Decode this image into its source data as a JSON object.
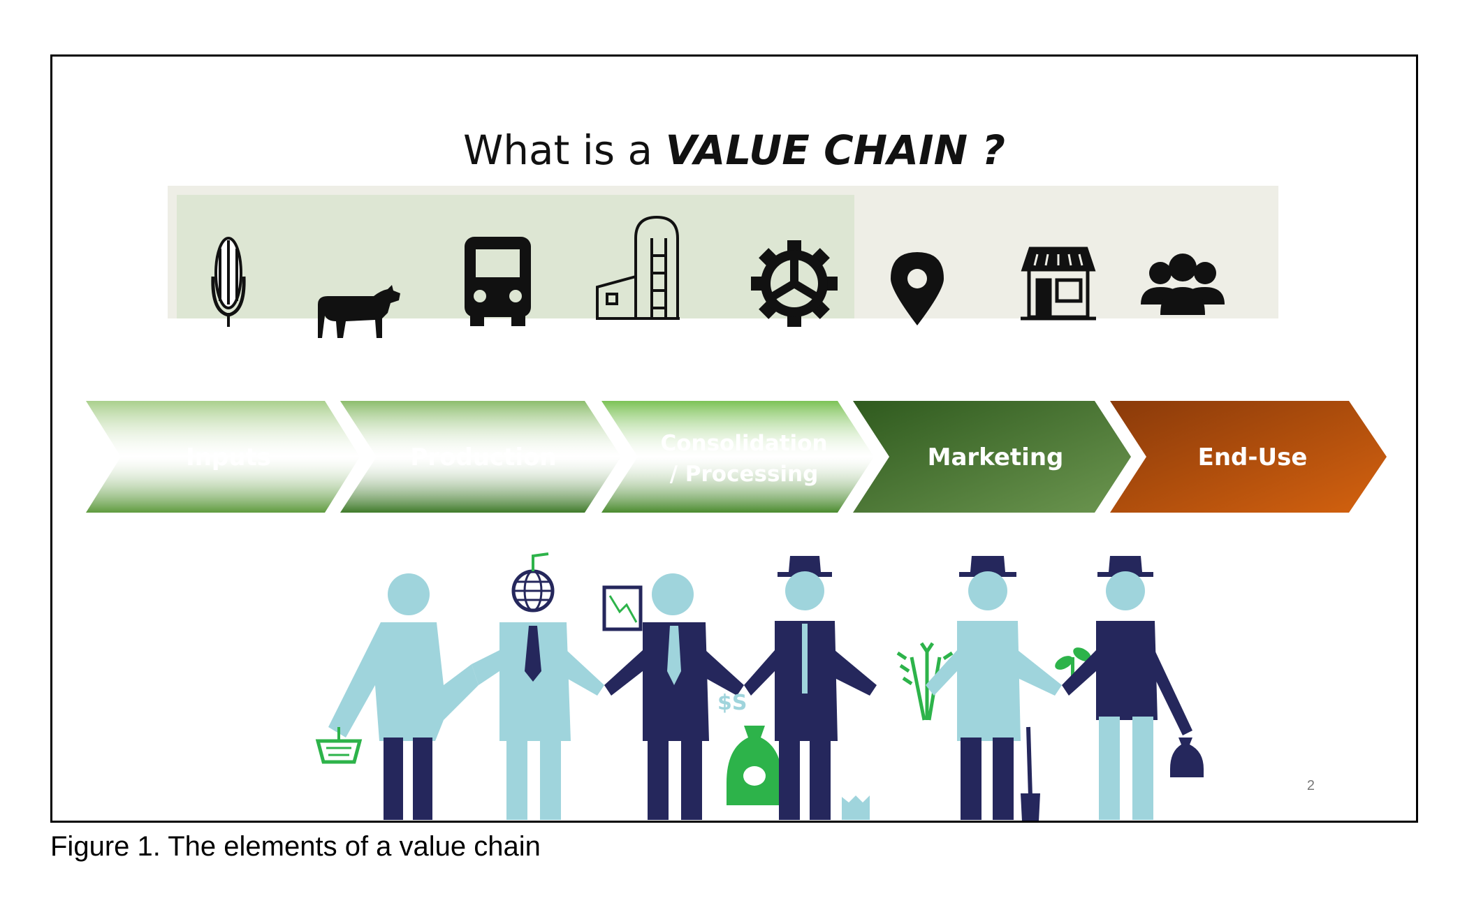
{
  "title": {
    "plain": "What is a ",
    "emphasis": "VALUE CHAIN ?"
  },
  "stages": [
    {
      "label_lines": [
        "Inputs"
      ],
      "color_top": "#a9cf8c",
      "color_bottom": "#5e9a3e"
    },
    {
      "label_lines": [
        "Production"
      ],
      "color_top": "#8cbd6c",
      "color_bottom": "#3f7a2a"
    },
    {
      "label_lines": [
        "Consolidation",
        "/ Processing"
      ],
      "color_top": "#7cc256",
      "color_bottom": "#4a8a2e"
    },
    {
      "label_lines": [
        "Marketing"
      ],
      "color_top": "#2f5a1e",
      "color_bottom": "#6c9650"
    },
    {
      "label_lines": [
        "End-Use"
      ],
      "color_top": "#8a3a0a",
      "color_bottom": "#d4620f"
    }
  ],
  "icons": [
    "corn-icon",
    "cow-icon",
    "truck-icon",
    "silo-icon",
    "gear-icon",
    "location-pin-icon",
    "store-icon",
    "people-group-icon"
  ],
  "colors": {
    "navy": "#25275c",
    "light_blue": "#9fd4dc",
    "green": "#2db34a",
    "icon_band": "#dde6d3",
    "icon_band_right": "#eeeee6"
  },
  "page_number": "2",
  "caption": "Figure 1. The elements of a value chain"
}
